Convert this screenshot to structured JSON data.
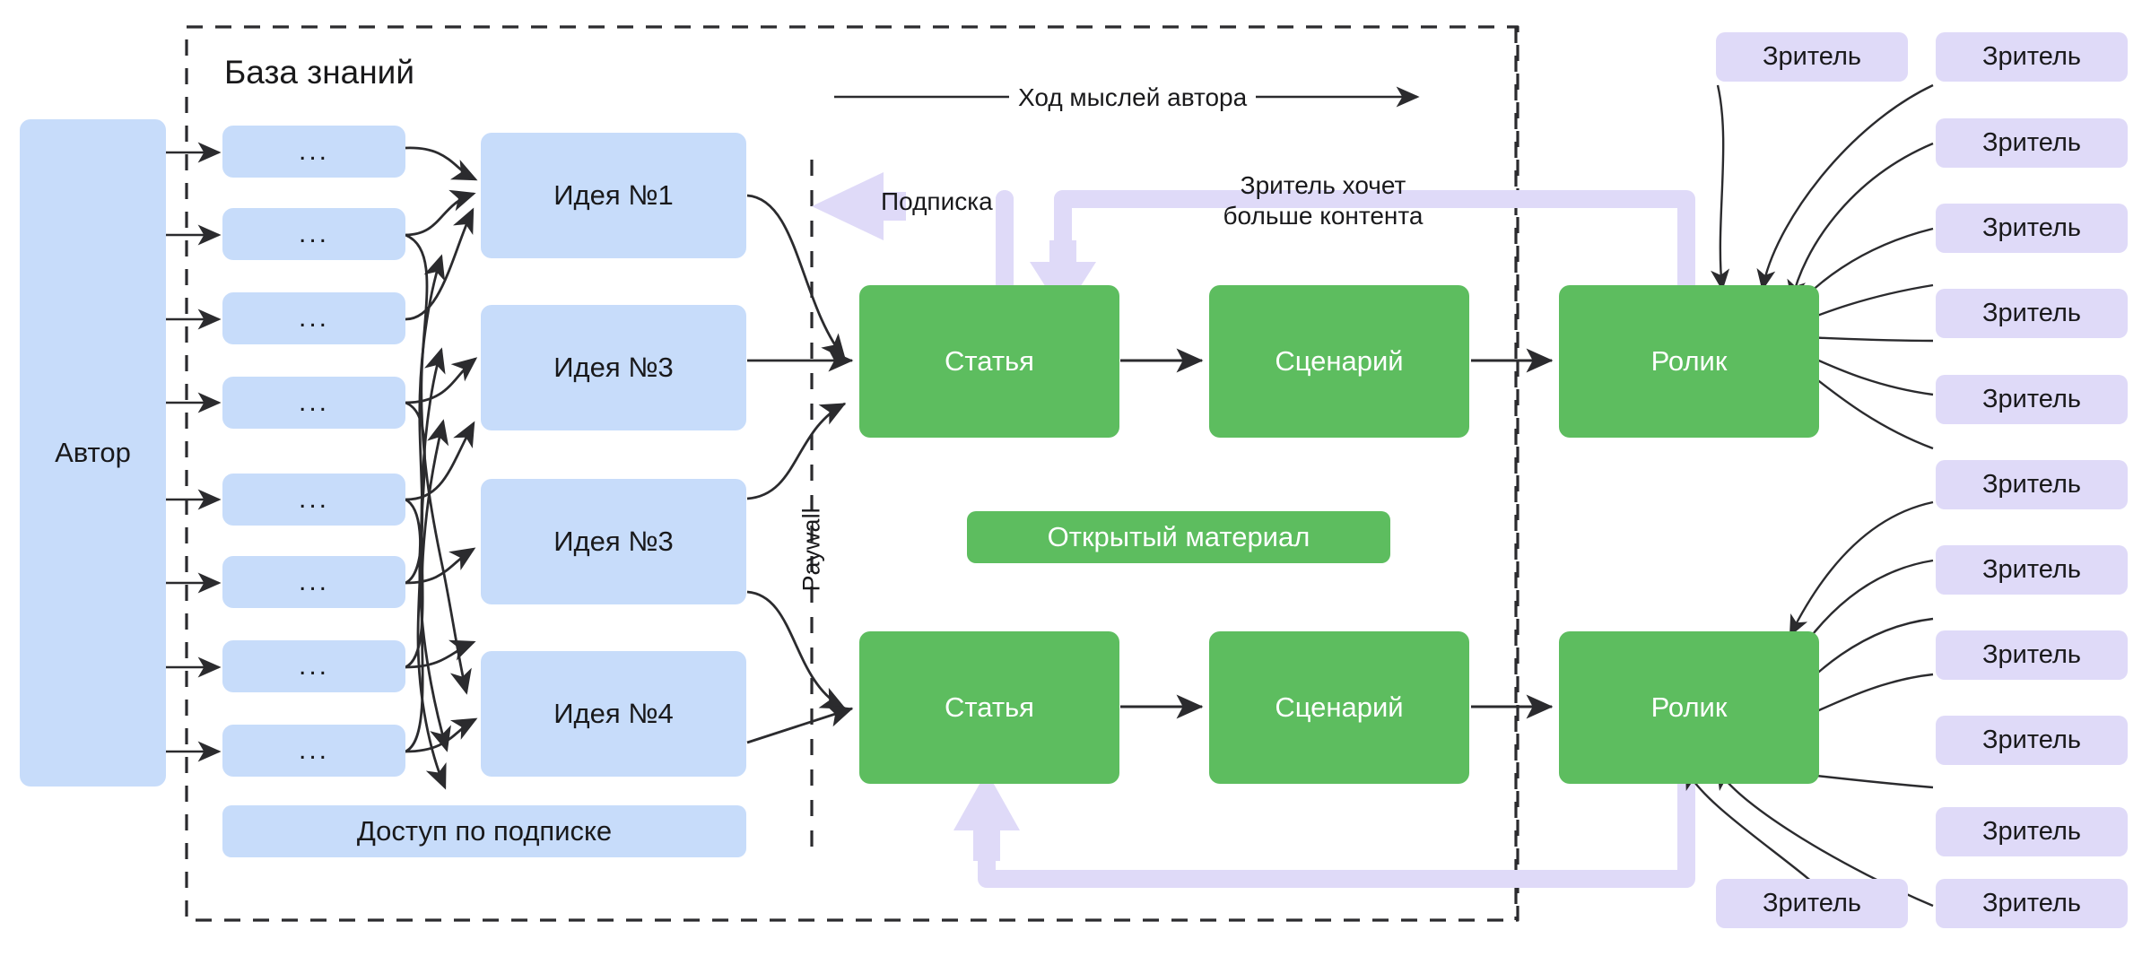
{
  "diagram": {
    "title_knowledge_base": "База знаний",
    "author": {
      "label": "Автор"
    },
    "paywall_label": "Paywall",
    "access_note": "Доступ по подписке",
    "open_material": "Открытый материал",
    "flow_header": "Ход мыслей автора",
    "subscription_label": "Подписка",
    "more_content_label": "Зритель хочет\nбольше контента",
    "source_items": [
      {
        "label": "..."
      },
      {
        "label": "..."
      },
      {
        "label": "..."
      },
      {
        "label": "..."
      },
      {
        "label": "..."
      },
      {
        "label": "..."
      },
      {
        "label": "..."
      },
      {
        "label": "..."
      }
    ],
    "ideas": [
      {
        "label": "Идея №1"
      },
      {
        "label": "Идея №3"
      },
      {
        "label": "Идея №3"
      },
      {
        "label": "Идея №4"
      }
    ],
    "pipelines": [
      {
        "article": "Статья",
        "script": "Сценарий",
        "video": "Ролик"
      },
      {
        "article": "Статья",
        "script": "Сценарий",
        "video": "Ролик"
      }
    ],
    "viewers": [
      {
        "label": "Зритель"
      },
      {
        "label": "Зритель"
      },
      {
        "label": "Зритель"
      },
      {
        "label": "Зритель"
      },
      {
        "label": "Зритель"
      },
      {
        "label": "Зритель"
      },
      {
        "label": "Зритель"
      },
      {
        "label": "Зритель"
      },
      {
        "label": "Зритель"
      },
      {
        "label": "Зритель"
      },
      {
        "label": "Зритель"
      },
      {
        "label": "Зритель"
      },
      {
        "label": "Зритель"
      }
    ],
    "colors": {
      "blue": "#c7dcfa",
      "green": "#5dbd5f",
      "lavender": "#dfdaf8",
      "line": "#2b2b2e",
      "text": "#19191b",
      "background": "#ffffff"
    }
  }
}
